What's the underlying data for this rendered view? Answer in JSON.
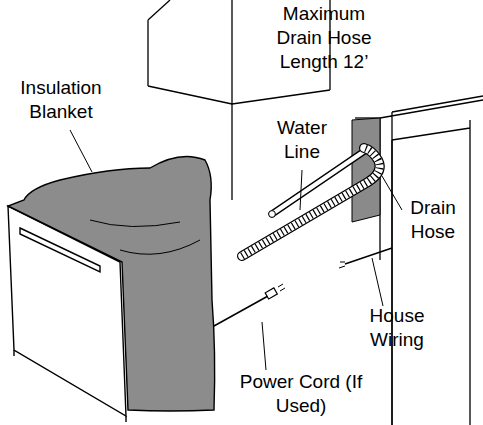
{
  "diagram": {
    "labels": [
      "Maximum Drain Hose Length 12’",
      "Insulation Blanket",
      "Water Line",
      "Drain Hose",
      "House Wiring",
      "Power Cord (If Used)"
    ]
  }
}
